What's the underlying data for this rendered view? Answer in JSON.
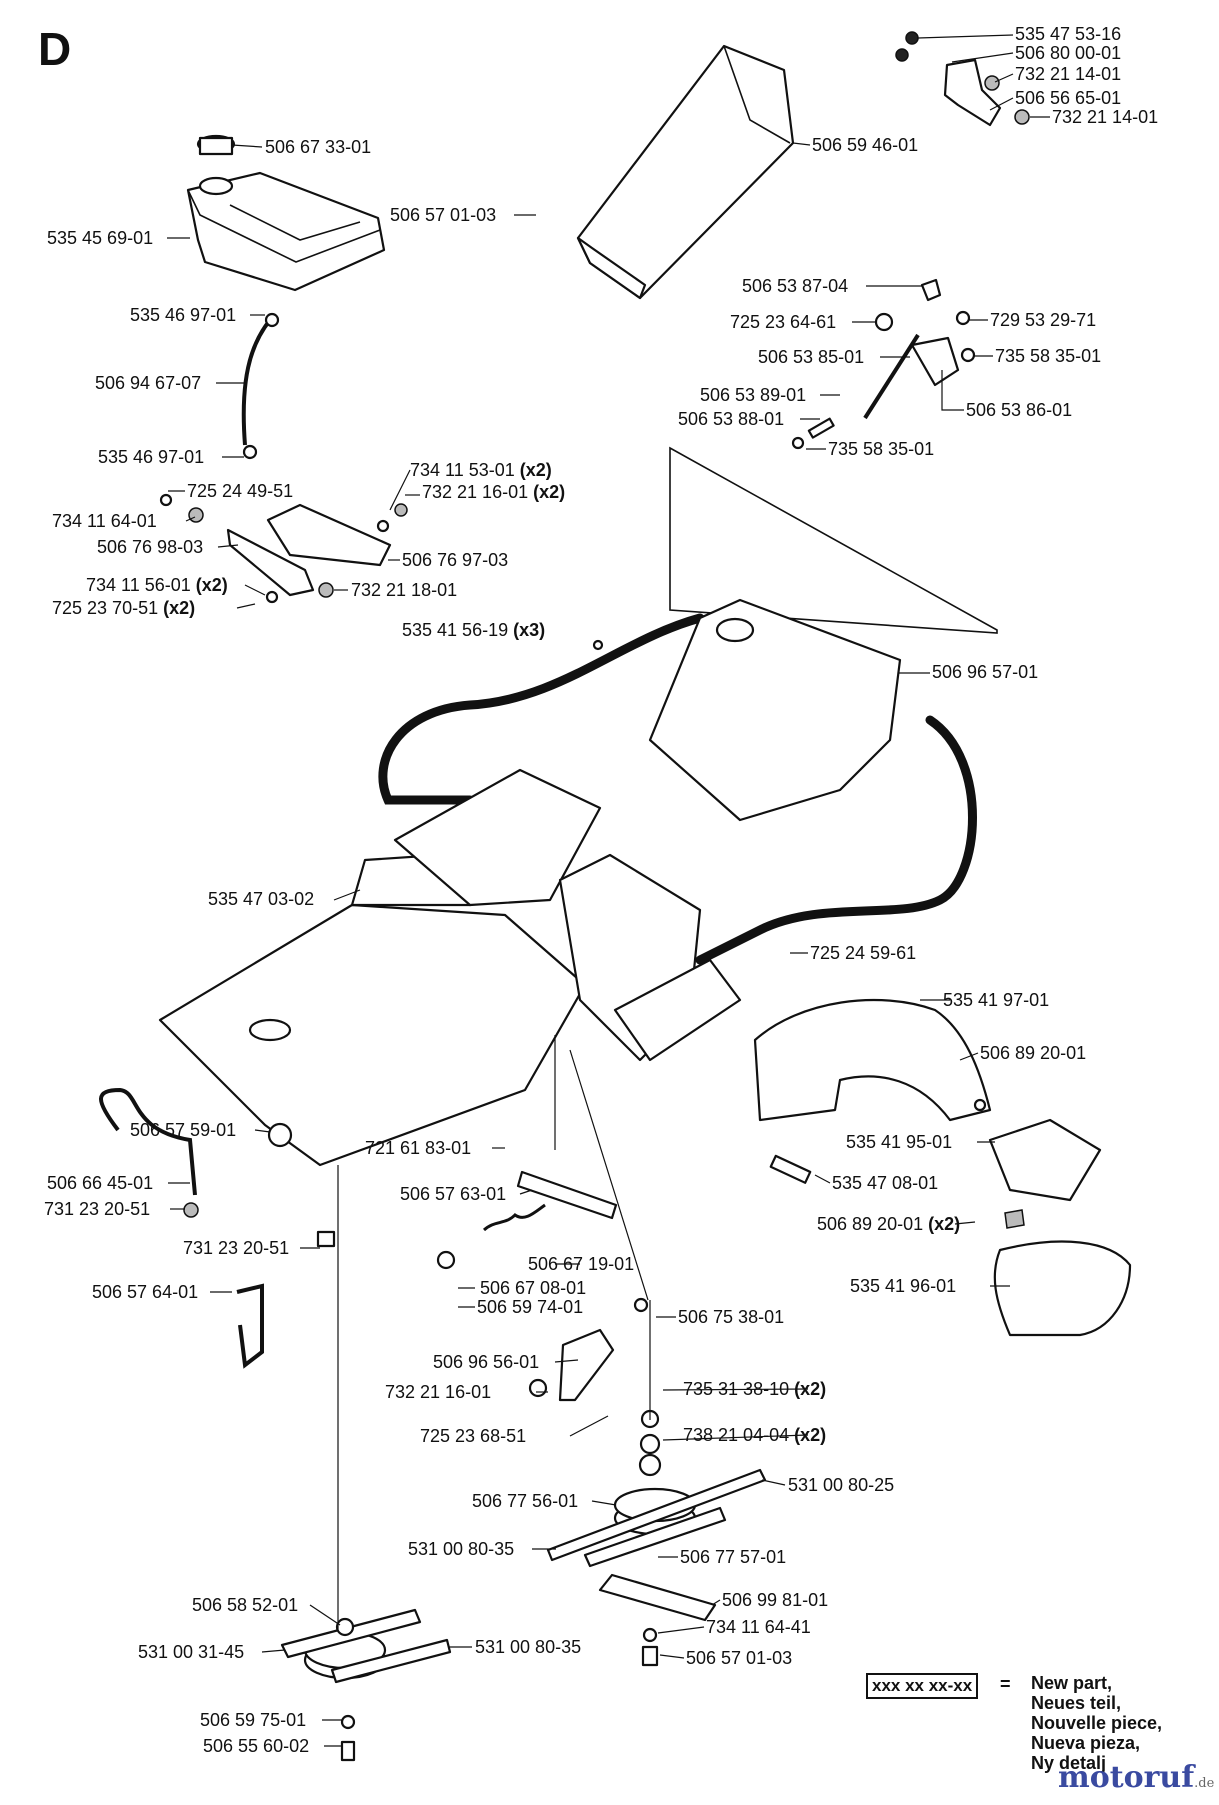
{
  "section": "D",
  "labels": [
    {
      "id": "l1",
      "num": "535 47 53-16",
      "qty": ""
    },
    {
      "id": "l2",
      "num": "506 80 00-01",
      "qty": ""
    },
    {
      "id": "l3",
      "num": "732 21 14-01",
      "qty": ""
    },
    {
      "id": "l4",
      "num": "506 56 65-01",
      "qty": ""
    },
    {
      "id": "l5",
      "num": "732 21 14-01",
      "qty": ""
    },
    {
      "id": "l6",
      "num": "506 67 33-01",
      "qty": ""
    },
    {
      "id": "l7",
      "num": "506 59 46-01",
      "qty": ""
    },
    {
      "id": "l8",
      "num": "506 57 01-03",
      "qty": ""
    },
    {
      "id": "l9",
      "num": "535 45 69-01",
      "qty": ""
    },
    {
      "id": "l10",
      "num": "506 53 87-04",
      "qty": ""
    },
    {
      "id": "l11",
      "num": "725 23 64-61",
      "qty": ""
    },
    {
      "id": "l12",
      "num": "729 53 29-71",
      "qty": ""
    },
    {
      "id": "l13",
      "num": "535 46 97-01",
      "qty": ""
    },
    {
      "id": "l14",
      "num": "506 53 85-01",
      "qty": ""
    },
    {
      "id": "l15",
      "num": "735 58 35-01",
      "qty": ""
    },
    {
      "id": "l16",
      "num": "506 94 67-07",
      "qty": ""
    },
    {
      "id": "l17",
      "num": "506 53 89-01",
      "qty": ""
    },
    {
      "id": "l18",
      "num": "506 53 86-01",
      "qty": ""
    },
    {
      "id": "l19",
      "num": "506 53 88-01",
      "qty": ""
    },
    {
      "id": "l20",
      "num": "735 58 35-01",
      "qty": ""
    },
    {
      "id": "l21",
      "num": "535 46 97-01",
      "qty": ""
    },
    {
      "id": "l22",
      "num": "734 11 53-01",
      "qty": "(x2)"
    },
    {
      "id": "l23",
      "num": "725 24 49-51",
      "qty": ""
    },
    {
      "id": "l24",
      "num": "732 21 16-01",
      "qty": "(x2)"
    },
    {
      "id": "l25",
      "num": "734 11 64-01",
      "qty": ""
    },
    {
      "id": "l26",
      "num": "506 76 98-03",
      "qty": ""
    },
    {
      "id": "l27",
      "num": "506 76 97-03",
      "qty": ""
    },
    {
      "id": "l28",
      "num": "734 11 56-01",
      "qty": "(x2)"
    },
    {
      "id": "l29",
      "num": "732 21 18-01",
      "qty": ""
    },
    {
      "id": "l30",
      "num": "725 23 70-51",
      "qty": "(x2)"
    },
    {
      "id": "l31",
      "num": "535 41 56-19",
      "qty": "(x3)"
    },
    {
      "id": "l32",
      "num": "506 96 57-01",
      "qty": ""
    },
    {
      "id": "l33",
      "num": "535 47 03-02",
      "qty": ""
    },
    {
      "id": "l34",
      "num": "725 24 59-61",
      "qty": ""
    },
    {
      "id": "l35",
      "num": "535 41 97-01",
      "qty": ""
    },
    {
      "id": "l36",
      "num": "506 89 20-01",
      "qty": ""
    },
    {
      "id": "l37",
      "num": "506 57 59-01",
      "qty": ""
    },
    {
      "id": "l38",
      "num": "535 41 95-01",
      "qty": ""
    },
    {
      "id": "l39",
      "num": "721 61 83-01",
      "qty": ""
    },
    {
      "id": "l40",
      "num": "506 66 45-01",
      "qty": ""
    },
    {
      "id": "l41",
      "num": "535 47 08-01",
      "qty": ""
    },
    {
      "id": "l42",
      "num": "506 57 63-01",
      "qty": ""
    },
    {
      "id": "l43",
      "num": "731 23 20-51",
      "qty": ""
    },
    {
      "id": "l44",
      "num": "506 89 20-01",
      "qty": "(x2)"
    },
    {
      "id": "l45",
      "num": "731 23 20-51",
      "qty": ""
    },
    {
      "id": "l46",
      "num": "506 67 19-01",
      "qty": ""
    },
    {
      "id": "l47",
      "num": "506 67 08-01",
      "qty": ""
    },
    {
      "id": "l48",
      "num": "506 57 64-01",
      "qty": ""
    },
    {
      "id": "l49",
      "num": "535 41 96-01",
      "qty": ""
    },
    {
      "id": "l50",
      "num": "506 59 74-01",
      "qty": ""
    },
    {
      "id": "l51",
      "num": "506 75 38-01",
      "qty": ""
    },
    {
      "id": "l52",
      "num": "506 96 56-01",
      "qty": ""
    },
    {
      "id": "l53",
      "num": "732 21 16-01",
      "qty": ""
    },
    {
      "id": "l54",
      "num": "735 31 38-10",
      "qty": "(x2)"
    },
    {
      "id": "l55",
      "num": "725 23 68-51",
      "qty": ""
    },
    {
      "id": "l56",
      "num": "738 21 04-04",
      "qty": "(x2)"
    },
    {
      "id": "l57",
      "num": "531 00 80-25",
      "qty": ""
    },
    {
      "id": "l58",
      "num": "506 77 56-01",
      "qty": ""
    },
    {
      "id": "l59",
      "num": "531 00 80-35",
      "qty": ""
    },
    {
      "id": "l60",
      "num": "506 77 57-01",
      "qty": ""
    },
    {
      "id": "l61",
      "num": "506 99 81-01",
      "qty": ""
    },
    {
      "id": "l62",
      "num": "506 58 52-01",
      "qty": ""
    },
    {
      "id": "l63",
      "num": "734 11 64-41",
      "qty": ""
    },
    {
      "id": "l64",
      "num": "531 00 31-45",
      "qty": ""
    },
    {
      "id": "l65",
      "num": "531 00 80-35",
      "qty": ""
    },
    {
      "id": "l66",
      "num": "506 57 01-03",
      "qty": ""
    },
    {
      "id": "l67",
      "num": "506 59 75-01",
      "qty": ""
    },
    {
      "id": "l68",
      "num": "506 55 60-02",
      "qty": ""
    }
  ],
  "legend": {
    "code": "xxx xx xx-xx",
    "equals": "=",
    "lines": [
      "New part,",
      "Neues teil,",
      "Nouvelle piece,",
      "Nueva pieza,",
      "Ny detalj"
    ]
  },
  "watermark": {
    "name": "motoruf",
    "tld": ".de"
  }
}
